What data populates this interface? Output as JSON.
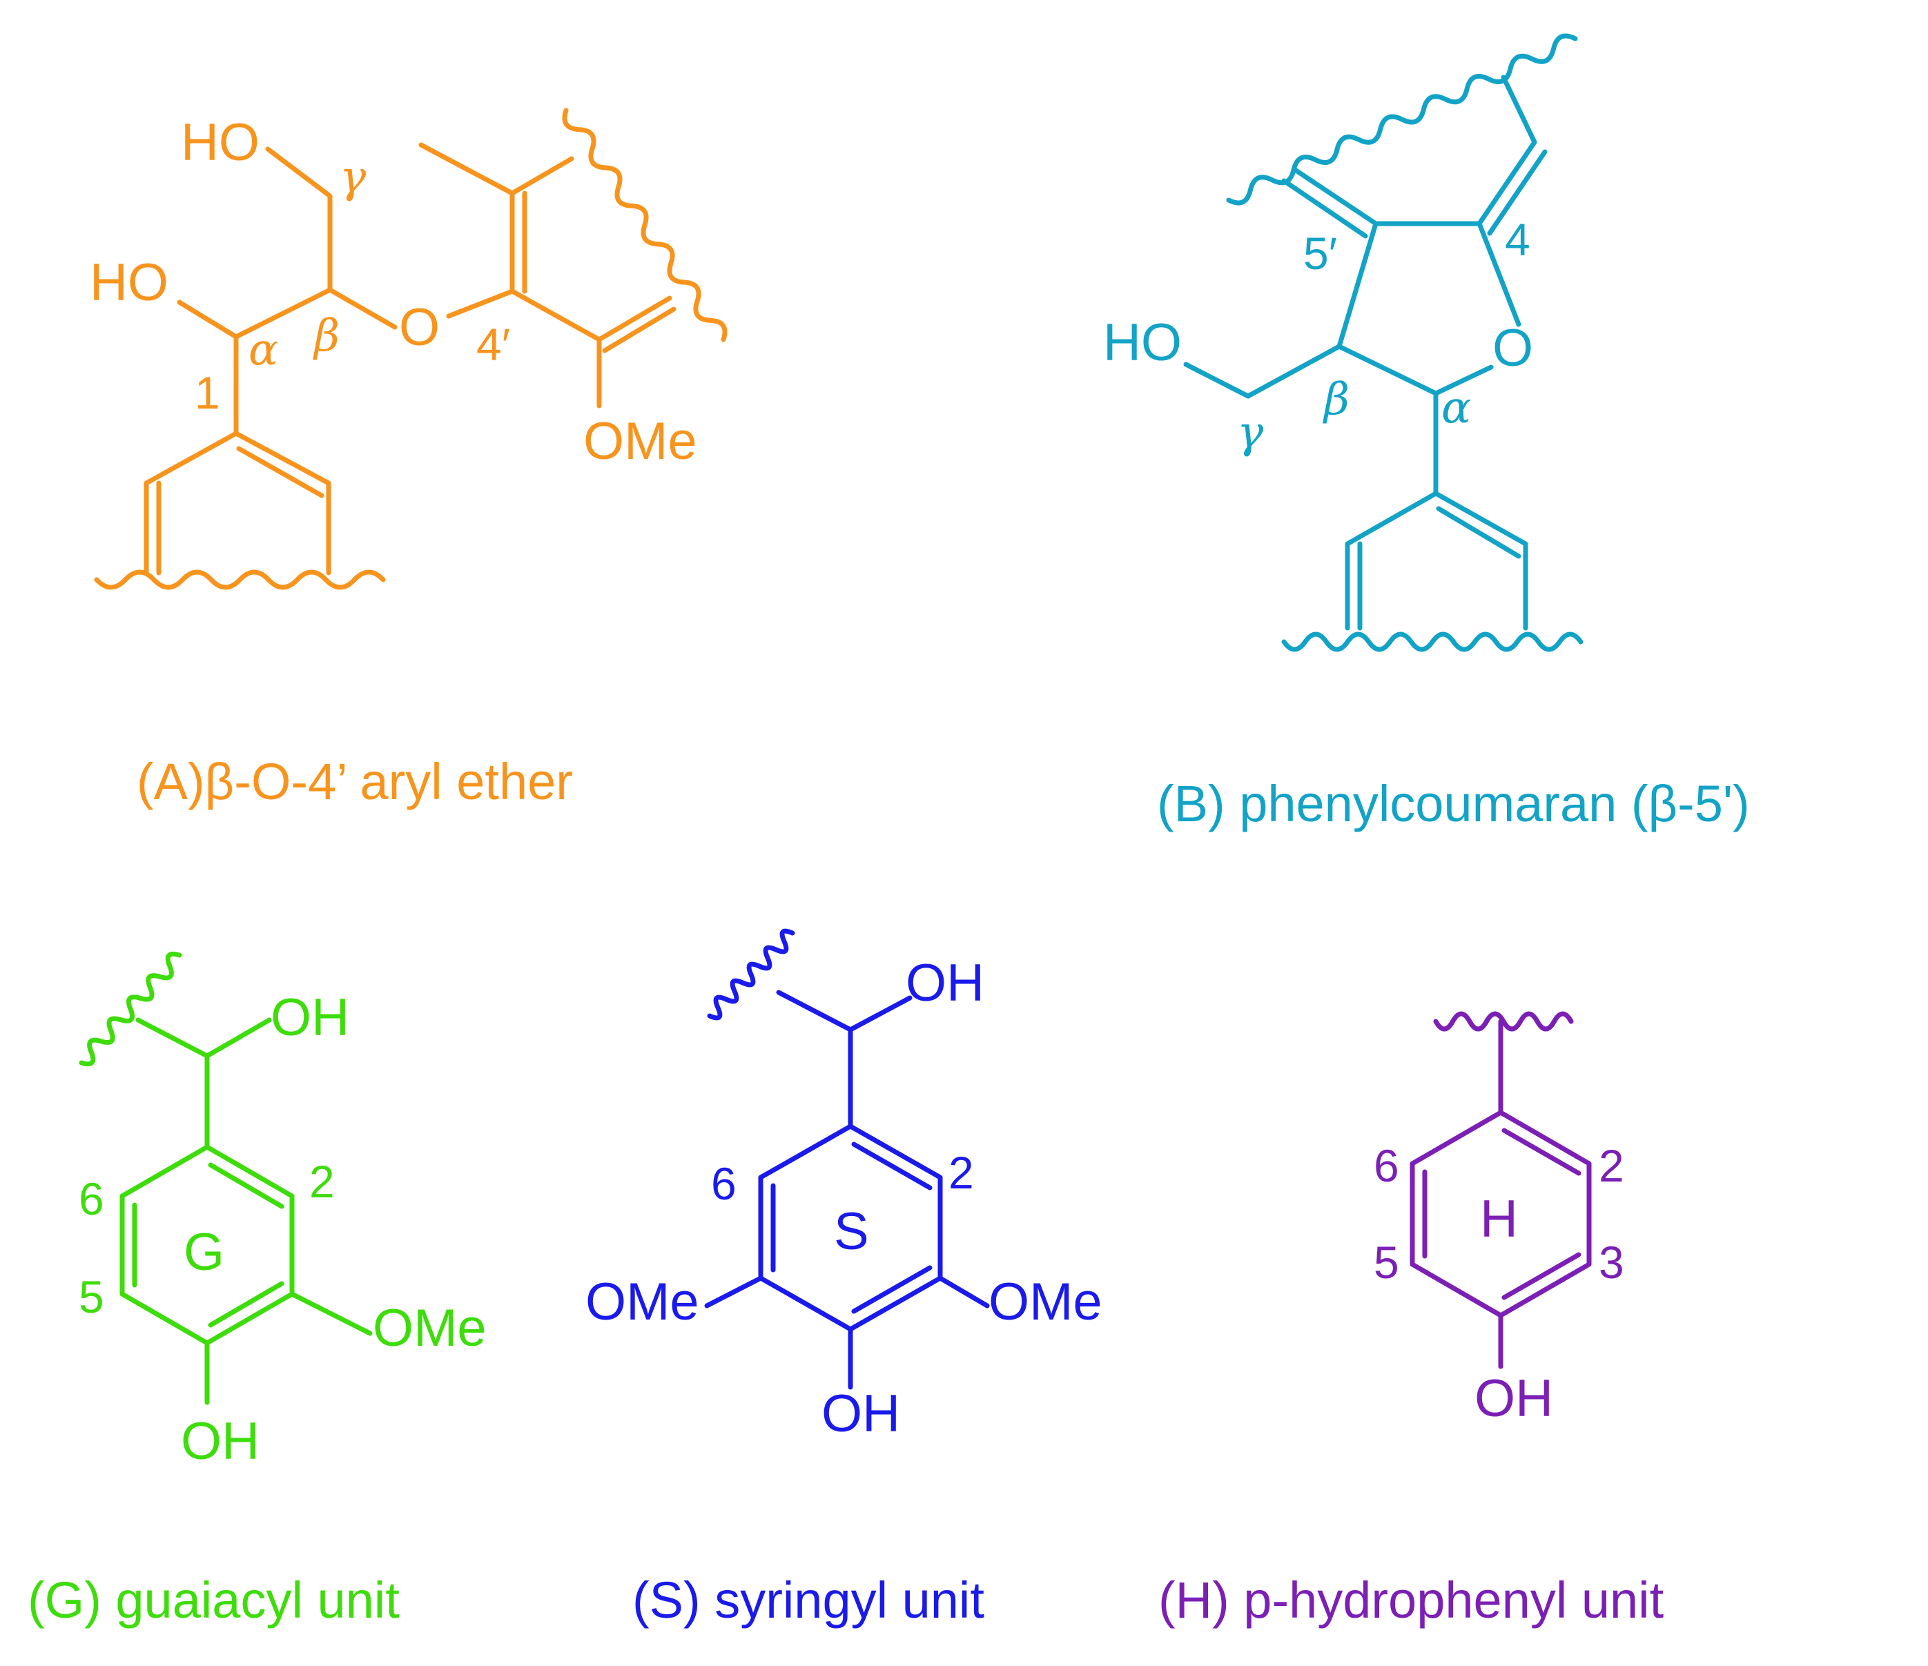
{
  "colors": {
    "A": "#f7941d",
    "B": "#12a3c6",
    "G": "#3ddc0a",
    "S": "#1a1aeb",
    "H": "#7b1fb5"
  },
  "A": {
    "caption": "(A)β-O-4’ aryl ether",
    "atoms": {
      "ho1": "HO",
      "ho2": "HO",
      "o": "O",
      "ome": "OMe"
    },
    "labels": {
      "gamma": "γ",
      "alpha": "α",
      "beta": "β",
      "c1": "1",
      "c4p": "4′"
    }
  },
  "B": {
    "caption": "(B) phenylcoumaran (β-5')",
    "atoms": {
      "ho": "HO",
      "o": "O"
    },
    "labels": {
      "c5p": "5′",
      "c4": "4",
      "beta": "β",
      "alpha": "α",
      "gamma": "γ"
    }
  },
  "G": {
    "caption": "(G) guaiacyl unit",
    "atoms": {
      "oh_top": "OH",
      "ome": "OMe",
      "oh": "OH"
    },
    "labels": {
      "ring": "G",
      "n2": "2",
      "n5": "5",
      "n6": "6"
    }
  },
  "S": {
    "caption": "(S) syringyl unit",
    "atoms": {
      "oh_top": "OH",
      "ome_l": "OMe",
      "ome_r": "OMe",
      "oh": "OH"
    },
    "labels": {
      "ring": "S",
      "n2": "2",
      "n6": "6"
    }
  },
  "H": {
    "caption": "(H) p-hydrophenyl unit",
    "atoms": {
      "oh": "OH"
    },
    "labels": {
      "ring": "H",
      "n2": "2",
      "n3": "3",
      "n5": "5",
      "n6": "6"
    }
  }
}
